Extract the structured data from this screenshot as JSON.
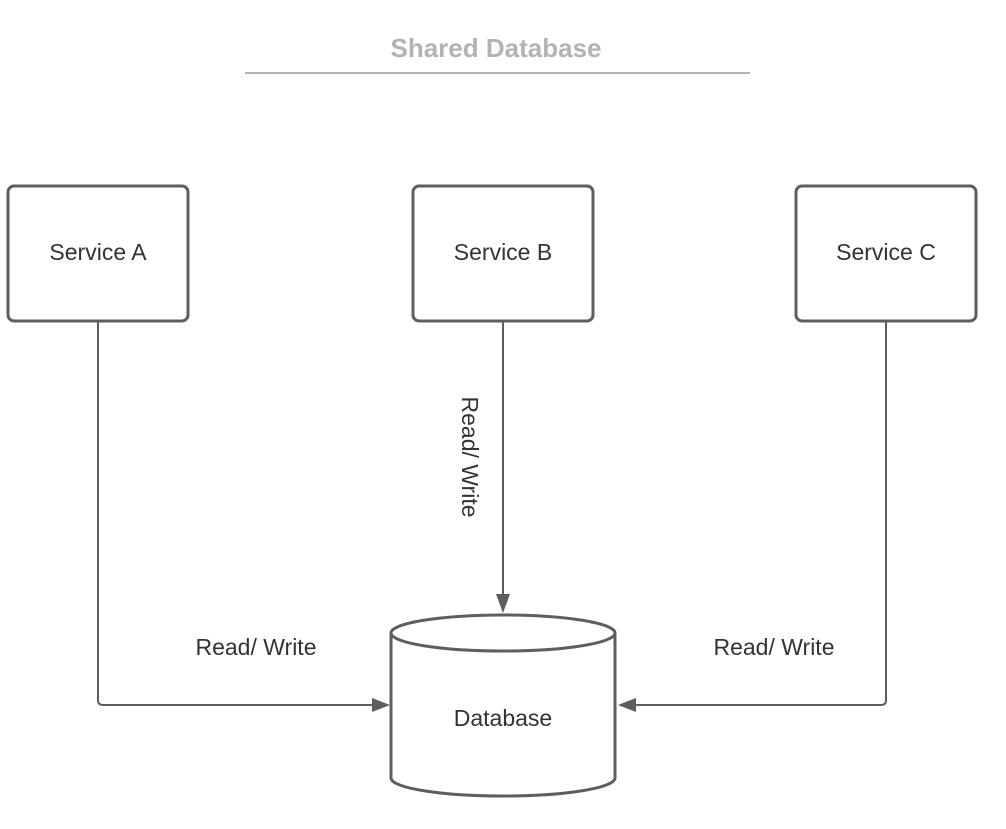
{
  "title": "Shared Database",
  "colors": {
    "title": "#b3b3b3",
    "stroke": "#5e5e5e",
    "text": "#333333",
    "background": "#ffffff"
  },
  "nodes": {
    "service_a": {
      "label": "Service A",
      "shape": "rectangle"
    },
    "service_b": {
      "label": "Service B",
      "shape": "rectangle"
    },
    "service_c": {
      "label": "Service C",
      "shape": "rectangle"
    },
    "database": {
      "label": "Database",
      "shape": "cylinder"
    }
  },
  "edges": [
    {
      "from": "service_a",
      "to": "database",
      "label": "Read/ Write"
    },
    {
      "from": "service_b",
      "to": "database",
      "label": "Read/ Write"
    },
    {
      "from": "service_c",
      "to": "database",
      "label": "Read/ Write"
    }
  ]
}
